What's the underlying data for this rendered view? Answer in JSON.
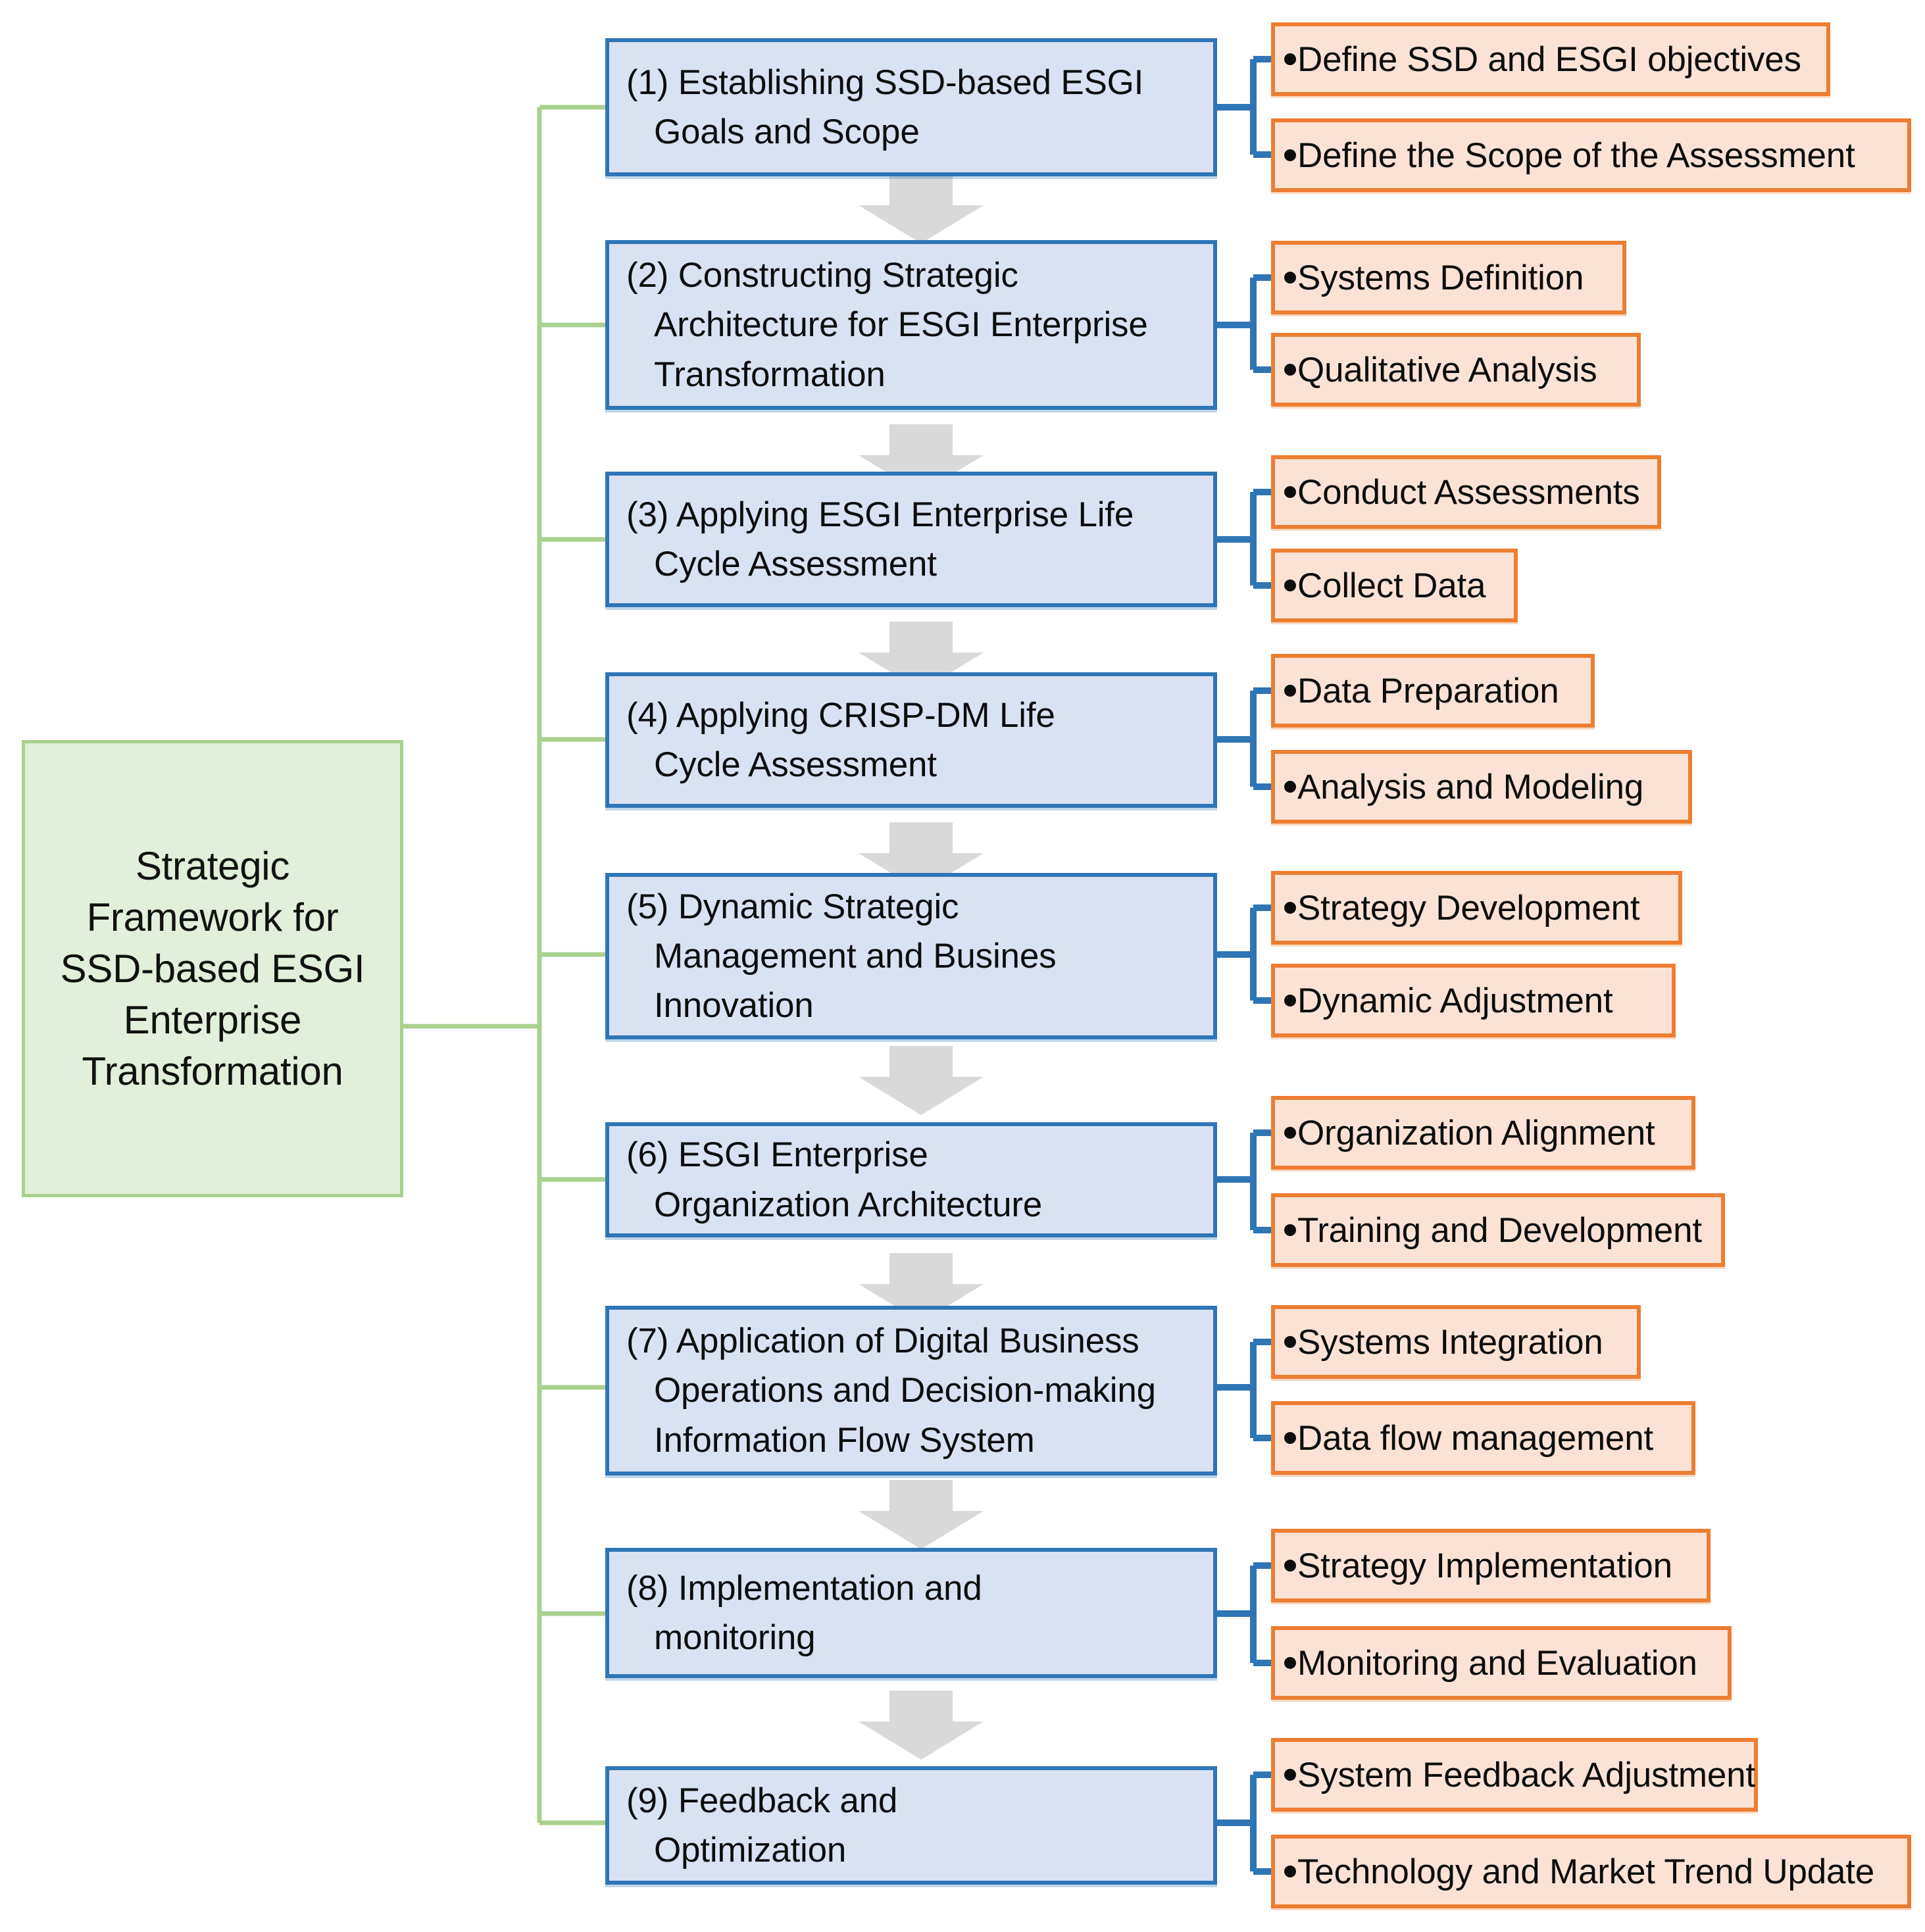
{
  "diagram": {
    "title": "Strategic Framework for SSD-based ESGI Enterprise Transformation",
    "colors": {
      "root_fill": "#E2EFDA",
      "root_border": "#A9D18E",
      "step_fill": "#D9E2F3",
      "step_border": "#2E75B6",
      "sub_fill": "#FBE2D5",
      "sub_border": "#ED7D31",
      "arrow_fill": "#D9D9D9",
      "connector_green": "#A9D18E",
      "connector_blue": "#2E75B6",
      "text": "#0D0D0D"
    }
  },
  "root": {
    "lines": [
      "Strategic",
      "Framework for",
      "SSD-based ESGI",
      "Enterprise",
      "Transformation"
    ]
  },
  "steps": [
    {
      "id": "step-1",
      "label": "(1) Establishing SSD-based ESGI Goals and Scope",
      "lines": [
        "(1) Establishing SSD-based ESGI",
        "Goals and Scope"
      ],
      "subs": [
        {
          "id": "sub-1-1",
          "label": "Define SSD and ESGI objectives"
        },
        {
          "id": "sub-1-2",
          "label": "Define the Scope of the Assessment"
        }
      ]
    },
    {
      "id": "step-2",
      "label": "(2) Constructing Strategic Architecture for ESGI Enterprise Transformation",
      "lines": [
        "(2) Constructing Strategic",
        "Architecture for ESGI Enterprise",
        "Transformation"
      ],
      "subs": [
        {
          "id": "sub-2-1",
          "label": "Systems Definition"
        },
        {
          "id": "sub-2-2",
          "label": "Qualitative Analysis"
        }
      ]
    },
    {
      "id": "step-3",
      "label": "(3) Applying ESGI Enterprise Life Cycle Assessment",
      "lines": [
        "(3) Applying ESGI Enterprise Life",
        "Cycle Assessment"
      ],
      "subs": [
        {
          "id": "sub-3-1",
          "label": "Conduct Assessments"
        },
        {
          "id": "sub-3-2",
          "label": "Collect Data"
        }
      ]
    },
    {
      "id": "step-4",
      "label": "(4) Applying CRISP-DM Life Cycle Assessment",
      "lines": [
        "(4) Applying CRISP-DM Life",
        "Cycle Assessment"
      ],
      "subs": [
        {
          "id": "sub-4-1",
          "label": "Data Preparation"
        },
        {
          "id": "sub-4-2",
          "label": "Analysis and Modeling"
        }
      ]
    },
    {
      "id": "step-5",
      "label": "(5) Dynamic Strategic Management and Busines Innovation",
      "lines": [
        "(5) Dynamic Strategic",
        "Management and Busines",
        "Innovation"
      ],
      "subs": [
        {
          "id": "sub-5-1",
          "label": "Strategy Development"
        },
        {
          "id": "sub-5-2",
          "label": "Dynamic Adjustment"
        }
      ]
    },
    {
      "id": "step-6",
      "label": "(6) ESGI Enterprise Organization Architecture",
      "lines": [
        "(6) ESGI Enterprise",
        "Organization Architecture"
      ],
      "subs": [
        {
          "id": "sub-6-1",
          "label": "Organization Alignment"
        },
        {
          "id": "sub-6-2",
          "label": "Training and Development"
        }
      ]
    },
    {
      "id": "step-7",
      "label": "(7) Application of Digital Business Operations and Decision-making Information Flow System",
      "lines": [
        "(7) Application of Digital Business",
        "Operations and Decision-making",
        "Information Flow System"
      ],
      "subs": [
        {
          "id": "sub-7-1",
          "label": "Systems Integration"
        },
        {
          "id": "sub-7-2",
          "label": "Data flow management"
        }
      ]
    },
    {
      "id": "step-8",
      "label": "(8) Implementation and monitoring",
      "lines": [
        "(8) Implementation and",
        "monitoring"
      ],
      "subs": [
        {
          "id": "sub-8-1",
          "label": "Strategy Implementation"
        },
        {
          "id": "sub-8-2",
          "label": "Monitoring and Evaluation"
        }
      ]
    },
    {
      "id": "step-9",
      "label": "(9) Feedback and Optimization",
      "lines": [
        "(9) Feedback and",
        "Optimization"
      ],
      "subs": [
        {
          "id": "sub-9-1",
          "label": "System Feedback Adjustment"
        },
        {
          "id": "sub-9-2",
          "label": "Technology and Market Trend Update"
        }
      ]
    }
  ]
}
